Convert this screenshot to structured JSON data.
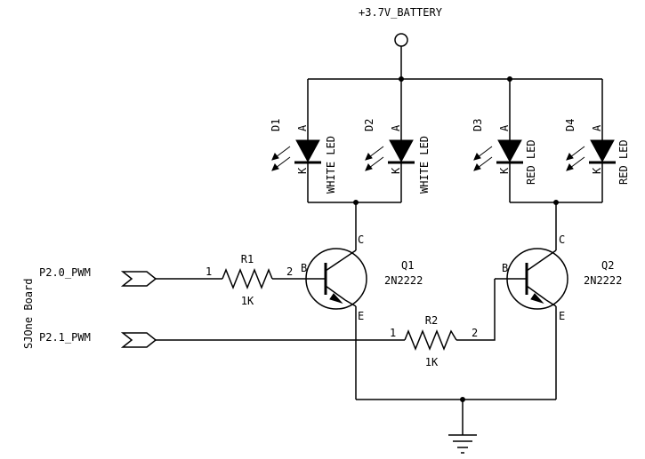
{
  "power": {
    "label": "+3.7V_BATTERY"
  },
  "board": {
    "label": "SJOne Board"
  },
  "ports": [
    {
      "label": "P2.0_PWM"
    },
    {
      "label": "P2.1_PWM"
    }
  ],
  "leds": [
    {
      "ref": "D1",
      "anode": "A",
      "cathode": "K",
      "type": "WHITE LED"
    },
    {
      "ref": "D2",
      "anode": "A",
      "cathode": "K",
      "type": "WHITE LED"
    },
    {
      "ref": "D3",
      "anode": "A",
      "cathode": "K",
      "type": "RED LED"
    },
    {
      "ref": "D4",
      "anode": "A",
      "cathode": "K",
      "type": "RED LED"
    }
  ],
  "resistors": [
    {
      "ref": "R1",
      "value": "1K",
      "pin1": "1",
      "pin2": "2"
    },
    {
      "ref": "R2",
      "value": "1K",
      "pin1": "1",
      "pin2": "2"
    }
  ],
  "transistors": [
    {
      "ref": "Q1",
      "part": "2N2222",
      "base": "B",
      "collector": "C",
      "emitter": "E"
    },
    {
      "ref": "Q2",
      "part": "2N2222",
      "base": "B",
      "collector": "C",
      "emitter": "E"
    }
  ]
}
